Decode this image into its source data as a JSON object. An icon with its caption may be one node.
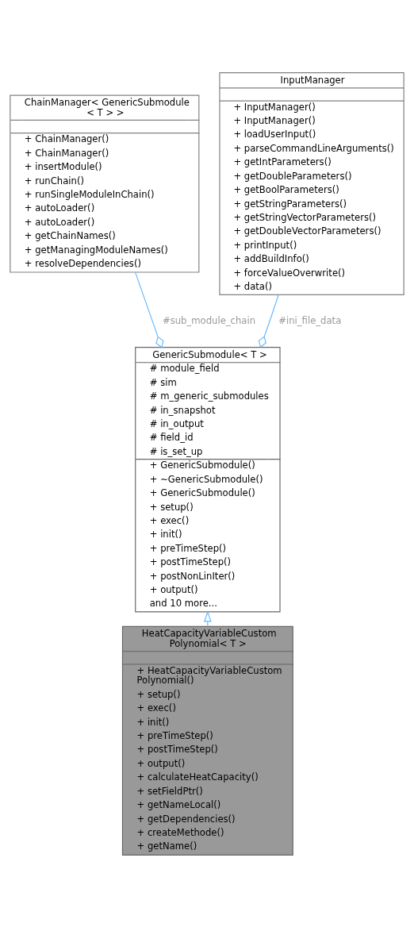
{
  "diagram": {
    "nodes": [
      {
        "text": [
          "ChainManager< GenericSubmodule < T > >",
          "+ ChainManager()",
          "+ ChainManager()",
          "+ insertModule()",
          "+ runChain()",
          "+ runSingleModuleInChain()",
          "+ autoLoader()",
          "+ autoLoader()",
          "+ getChainNames()",
          "+ getManagingModuleNames()",
          "+ resolveDependencies()"
        ]
      },
      {
        "text": [
          "InputManager",
          "+ InputManager()",
          "+ InputManager()",
          "+ loadUserInput()",
          "+ parseCommandLineArguments()",
          "+ getIntParameters()",
          "+ getDoubleParameters()",
          "+ getBoolParameters()",
          "+ getStringParameters()",
          "+ getStringVectorParameters()",
          "+ getDoubleVectorParameters()",
          "+ printInput()",
          "+ addBuildInfo()",
          "+ forceValueOverwrite()",
          "+ data()"
        ]
      },
      {
        "text": [
          "GenericSubmodule< T >",
          "# module_field",
          "# sim",
          "# m_generic_submodules",
          "# in_snapshot",
          "# in_output",
          "# field_id",
          "# is_set_up",
          "+ GenericSubmodule()",
          "+ ~GenericSubmodule()",
          "+ GenericSubmodule()",
          "+ setup()",
          "+ exec()",
          "+ init()",
          "+ preTimeStep()",
          "+ postTimeStep()",
          "+ postNonLinIter()",
          "+ output()",
          "and 10 more..."
        ]
      },
      {
        "text": [
          "HeatCapacityVariableCustom Polynomial< T >",
          "+ HeatCapacityVariableCustom Polynomial()",
          "+ setup()",
          "+ exec()",
          "+ init()",
          "+ preTimeStep()",
          "+ postTimeStep()",
          "+ output()",
          "+ calculateHeatCapacity()",
          "+ setFieldPtr()",
          "+ getNameLocal()",
          "+ getDependencies()",
          "+ createMethode()",
          "+ getName()"
        ]
      }
    ],
    "edges": [
      {
        "from": 0,
        "to": 2,
        "arrow": "other",
        "label": "#sub_module_chain"
      },
      {
        "from": 1,
        "to": 2,
        "arrow": "other",
        "label": "#ini_file_data"
      },
      {
        "from": 3,
        "to": 2,
        "arrow": "to"
      }
    ]
  }
}
